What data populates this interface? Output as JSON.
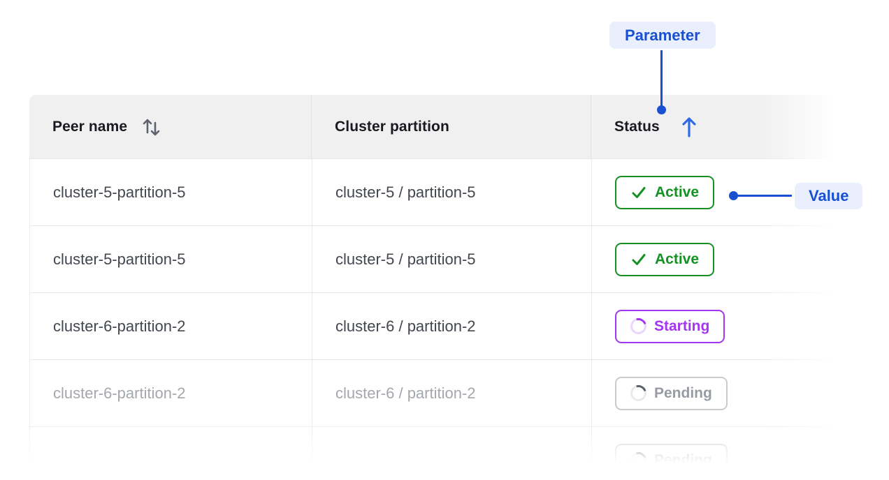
{
  "callouts": {
    "parameter_label": "Parameter",
    "value_label": "Value"
  },
  "table": {
    "headers": [
      {
        "label": "Peer name",
        "sort_state": "sortable"
      },
      {
        "label": "Cluster partition",
        "sort_state": "none"
      },
      {
        "label": "Status",
        "sort_state": "ascending"
      }
    ],
    "rows": [
      {
        "peer_name": "cluster-5-partition-5",
        "cluster_partition": "cluster-5 / partition-5",
        "status_label": "Active",
        "status_type": "active",
        "muted": false
      },
      {
        "peer_name": "cluster-5-partition-5",
        "cluster_partition": "cluster-5 / partition-5",
        "status_label": "Active",
        "status_type": "active",
        "muted": false
      },
      {
        "peer_name": "cluster-6-partition-2",
        "cluster_partition": "cluster-6 / partition-2",
        "status_label": "Starting",
        "status_type": "starting",
        "muted": false
      },
      {
        "peer_name": "cluster-6-partition-2",
        "cluster_partition": "cluster-6 / partition-2",
        "status_label": "Pending",
        "status_type": "pending",
        "muted": true
      },
      {
        "peer_name": "",
        "cluster_partition": "",
        "status_label": "Pending",
        "status_type": "pending",
        "muted": true
      }
    ]
  },
  "colors": {
    "accent_blue": "#1950d2",
    "arrow_blue": "#2e6ae4",
    "active_green": "#149122",
    "starting_purple": "#a435f0",
    "pending_gray": "#979ca4",
    "callout_bg": "#e9effc",
    "header_bg": "#f0f0f1"
  }
}
